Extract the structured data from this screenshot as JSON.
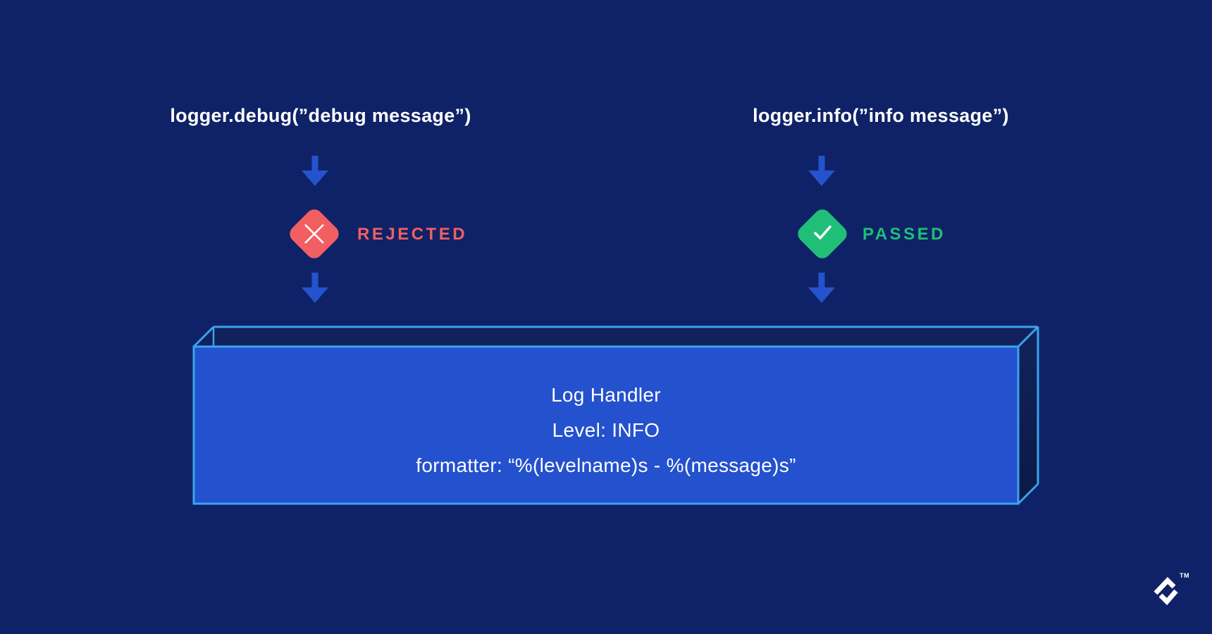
{
  "colors": {
    "background": "#0f2267",
    "box_fill": "#2451cd",
    "outline": "#3ba3ef",
    "arrow": "#2453cd",
    "rejected": "#f15f62",
    "passed": "#1fbf78",
    "text_white": "#ffffff",
    "face_top": "#10215c",
    "face_right_a": "#11235c",
    "face_right_b": "#0a1945"
  },
  "left_flow": {
    "call": "logger.debug(”debug message”)",
    "status": "REJECTED",
    "status_icon": "x-mark"
  },
  "right_flow": {
    "call": "logger.info(”info message”)",
    "status": "PASSED",
    "status_icon": "check-mark"
  },
  "handler_box": {
    "title": "Log Handler",
    "level": "Level: INFO",
    "formatter": "formatter: “%(levelname)s - %(message)s”"
  },
  "branding": {
    "logo": "toptal-logo",
    "trademark": "TM"
  }
}
